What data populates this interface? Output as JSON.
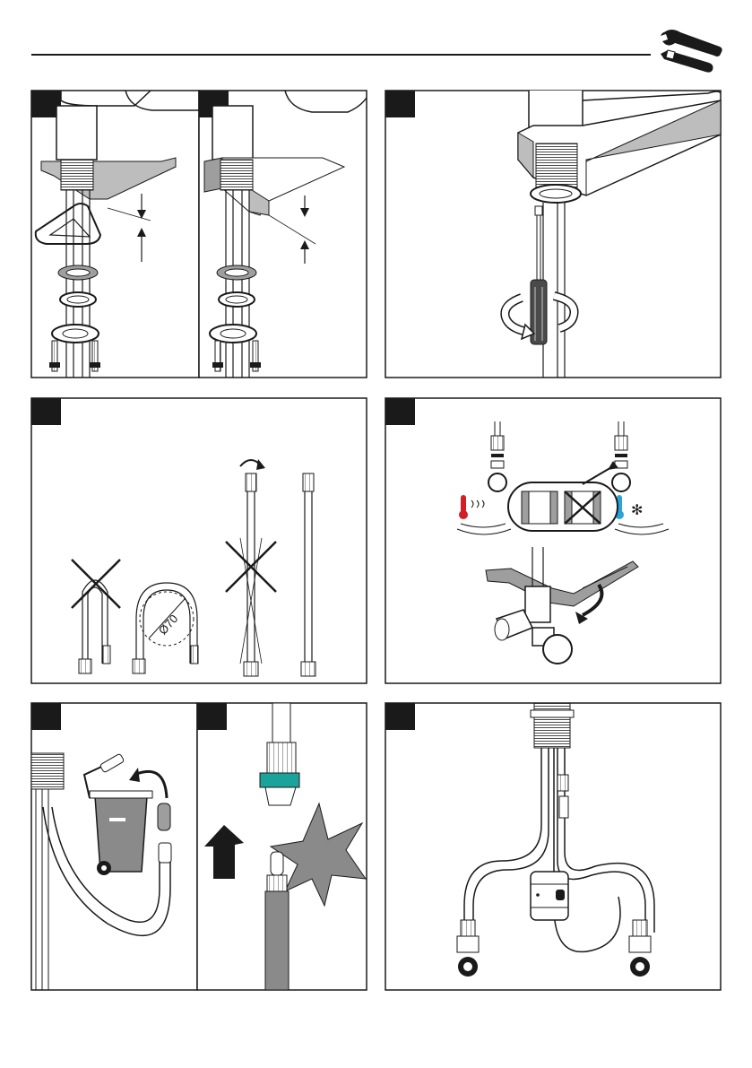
{
  "page": {
    "header_icon": "wrench-screwdriver-icon",
    "rule_color": "#1a1a1a"
  },
  "panels": [
    {
      "id": "panel-1",
      "step_icons": [
        "limescale-film-icon",
        "gap-arrow-icon",
        "washer-icon",
        "nut-icon",
        "screw-icon"
      ]
    },
    {
      "id": "panel-2",
      "step_icons": [
        "mount-block-icon",
        "gap-arrow-icon",
        "washer-icon",
        "nut-icon",
        "screw-icon"
      ]
    },
    {
      "id": "panel-3",
      "step_icons": [
        "screwdriver-icon",
        "rotate-arrow-icon"
      ]
    },
    {
      "id": "panel-4",
      "step_icons": [
        "hose-wrong-icon",
        "hose-bend-ok-icon",
        "hose-twisted-wrong-icon",
        "hose-straight-ok-icon"
      ],
      "bend_label": "Ø70"
    },
    {
      "id": "panel-5",
      "step_icons": [
        "hot-water-icon",
        "cold-water-icon",
        "thread-ok-icon",
        "thread-wrong-icon",
        "spanner-icon",
        "angle-valve-icon"
      ]
    },
    {
      "id": "panel-6",
      "step_icons": [
        "hose-loop-icon",
        "trash-bin-icon",
        "filter-cap-icon"
      ]
    },
    {
      "id": "panel-7",
      "step_icons": [
        "quick-connector-icon",
        "push-up-arrow-icon",
        "impact-star-icon"
      ]
    },
    {
      "id": "panel-8",
      "step_icons": [
        "hose-assembly-icon",
        "weight-icon",
        "angle-valve-left-icon",
        "angle-valve-right-icon"
      ]
    }
  ],
  "colors": {
    "ink": "#1a1a1a",
    "grey_fill": "#8a8a8a",
    "hot": "#d21f26",
    "cold": "#2aa3d8",
    "connector": "#1aa39b",
    "cross": "#1a1a1a"
  }
}
